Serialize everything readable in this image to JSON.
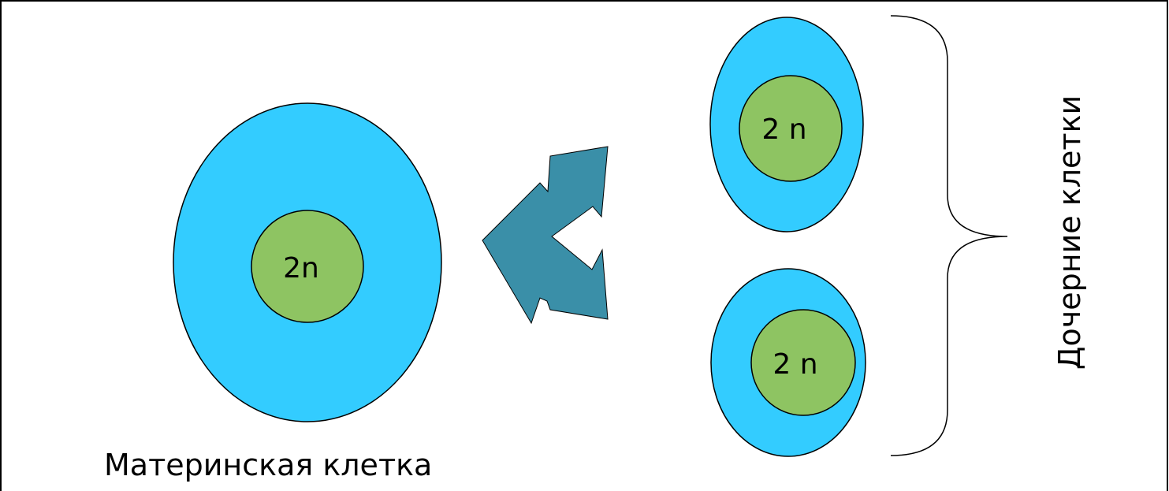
{
  "mother_cell": {
    "nucleus_label": "2n",
    "caption": "Материнская клетка"
  },
  "daughter_cells": [
    {
      "nucleus_label": "2 n"
    },
    {
      "nucleus_label": "2 n"
    }
  ],
  "group_label": "Дочерние клетки",
  "colors": {
    "cytoplasm": "#33CCFF",
    "nucleus": "#8EC462",
    "arrow": "#3A8FA8",
    "outline": "#000000",
    "frame": "#000000",
    "background": "#FFFFFF"
  }
}
